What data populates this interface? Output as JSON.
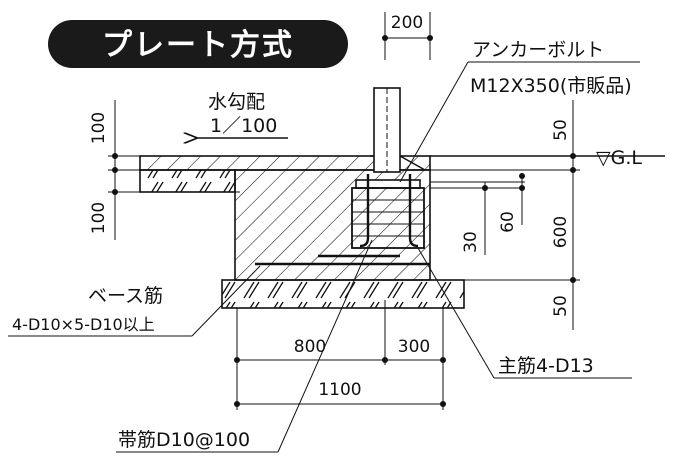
{
  "title": "プレート方式",
  "slope": {
    "label": "水勾配",
    "ratio": "1／100"
  },
  "anchor": {
    "name": "アンカーボルト",
    "spec": "M12X350(市販品)"
  },
  "ground_level": "▽G.L",
  "base_bar": {
    "name": "ベース筋",
    "spec": "4-D10×5-D10以上"
  },
  "main_bar": "主筋4-D13",
  "hoop_bar": "帯筋D10@100",
  "dimensions": {
    "top_width": "200",
    "left_top": "100",
    "left_bottom": "100",
    "right_top": "50",
    "right_depth": "600",
    "right_bottom": "50",
    "inner_30": "30",
    "inner_60": "60",
    "width_800": "800",
    "width_300": "300",
    "width_total": "1100"
  },
  "colors": {
    "title_bg": "#1a1a1a",
    "title_text": "#ffffff",
    "line": "#111111"
  }
}
